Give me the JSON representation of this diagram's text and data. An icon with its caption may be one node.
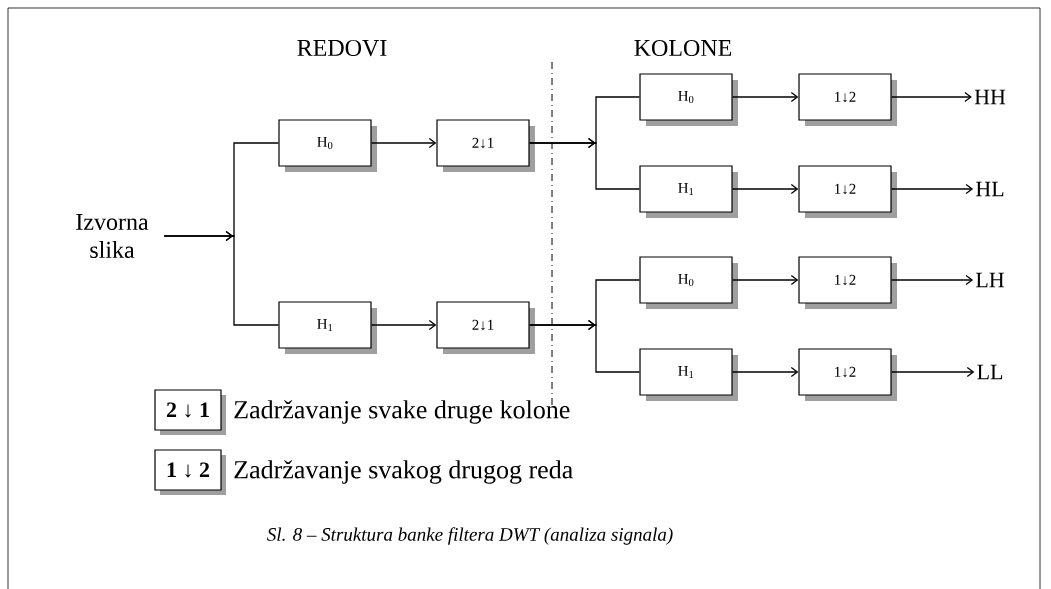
{
  "diagram": {
    "caption": "Sl. 8 – Struktura banke filtera DWT (analiza signala)",
    "nodes": [
      {
        "text": [
          "Izvorna slika"
        ]
      },
      {
        "text": [
          "H$_{0}$"
        ]
      },
      {
        "text": [
          "2↓1"
        ]
      },
      {
        "text": [
          "H$_{1}$"
        ]
      },
      {
        "text": [
          "2↓1"
        ]
      },
      {
        "text": [
          "H$_{0}$"
        ]
      },
      {
        "text": [
          "1↓2"
        ]
      },
      {
        "text": [
          "H$_{1}$"
        ]
      },
      {
        "text": [
          "1↓2"
        ]
      },
      {
        "text": [
          "H$_{0}$"
        ]
      },
      {
        "text": [
          "1↓2"
        ]
      },
      {
        "text": [
          "H$_{1}$"
        ]
      },
      {
        "text": [
          "1↓2"
        ]
      },
      {
        "text": [
          "HH"
        ]
      },
      {
        "text": [
          "HL"
        ]
      },
      {
        "text": [
          "LH"
        ]
      },
      {
        "text": [
          "LL"
        ]
      },
      {
        "text": [
          "2 ↓ 1"
        ],
        "beside": [
          "Zadržavanje svake druge kolone"
        ]
      },
      {
        "text": [
          "1 ↓ 2"
        ],
        "beside": [
          "Zadržavanje svakog drugog reda"
        ]
      }
    ],
    "edges": [
      {
        "from": 0,
        "to": 1,
        "arrow": "to"
      },
      {
        "from": 0,
        "to": 3,
        "arrow": "to"
      },
      {
        "from": 1,
        "to": 2,
        "arrow": "to"
      },
      {
        "from": 3,
        "to": 4,
        "arrow": "to"
      },
      {
        "from": 2,
        "to": 5,
        "arrow": "to"
      },
      {
        "from": 2,
        "to": 7,
        "arrow": "to"
      },
      {
        "from": 4,
        "to": 9,
        "arrow": "to"
      },
      {
        "from": 4,
        "to": 11,
        "arrow": "to"
      },
      {
        "from": 5,
        "to": 6,
        "arrow": "to"
      },
      {
        "from": 7,
        "to": 8,
        "arrow": "to"
      },
      {
        "from": 9,
        "to": 10,
        "arrow": "to"
      },
      {
        "from": 11,
        "to": 12,
        "arrow": "to"
      },
      {
        "from": 6,
        "to": 13,
        "arrow": "to"
      },
      {
        "from": 8,
        "to": 14,
        "arrow": "to"
      },
      {
        "from": 10,
        "to": 15,
        "arrow": "to"
      },
      {
        "from": 12,
        "to": 16,
        "arrow": "to"
      }
    ],
    "labels": [
      "REDOVI",
      "KOLONE"
    ]
  }
}
